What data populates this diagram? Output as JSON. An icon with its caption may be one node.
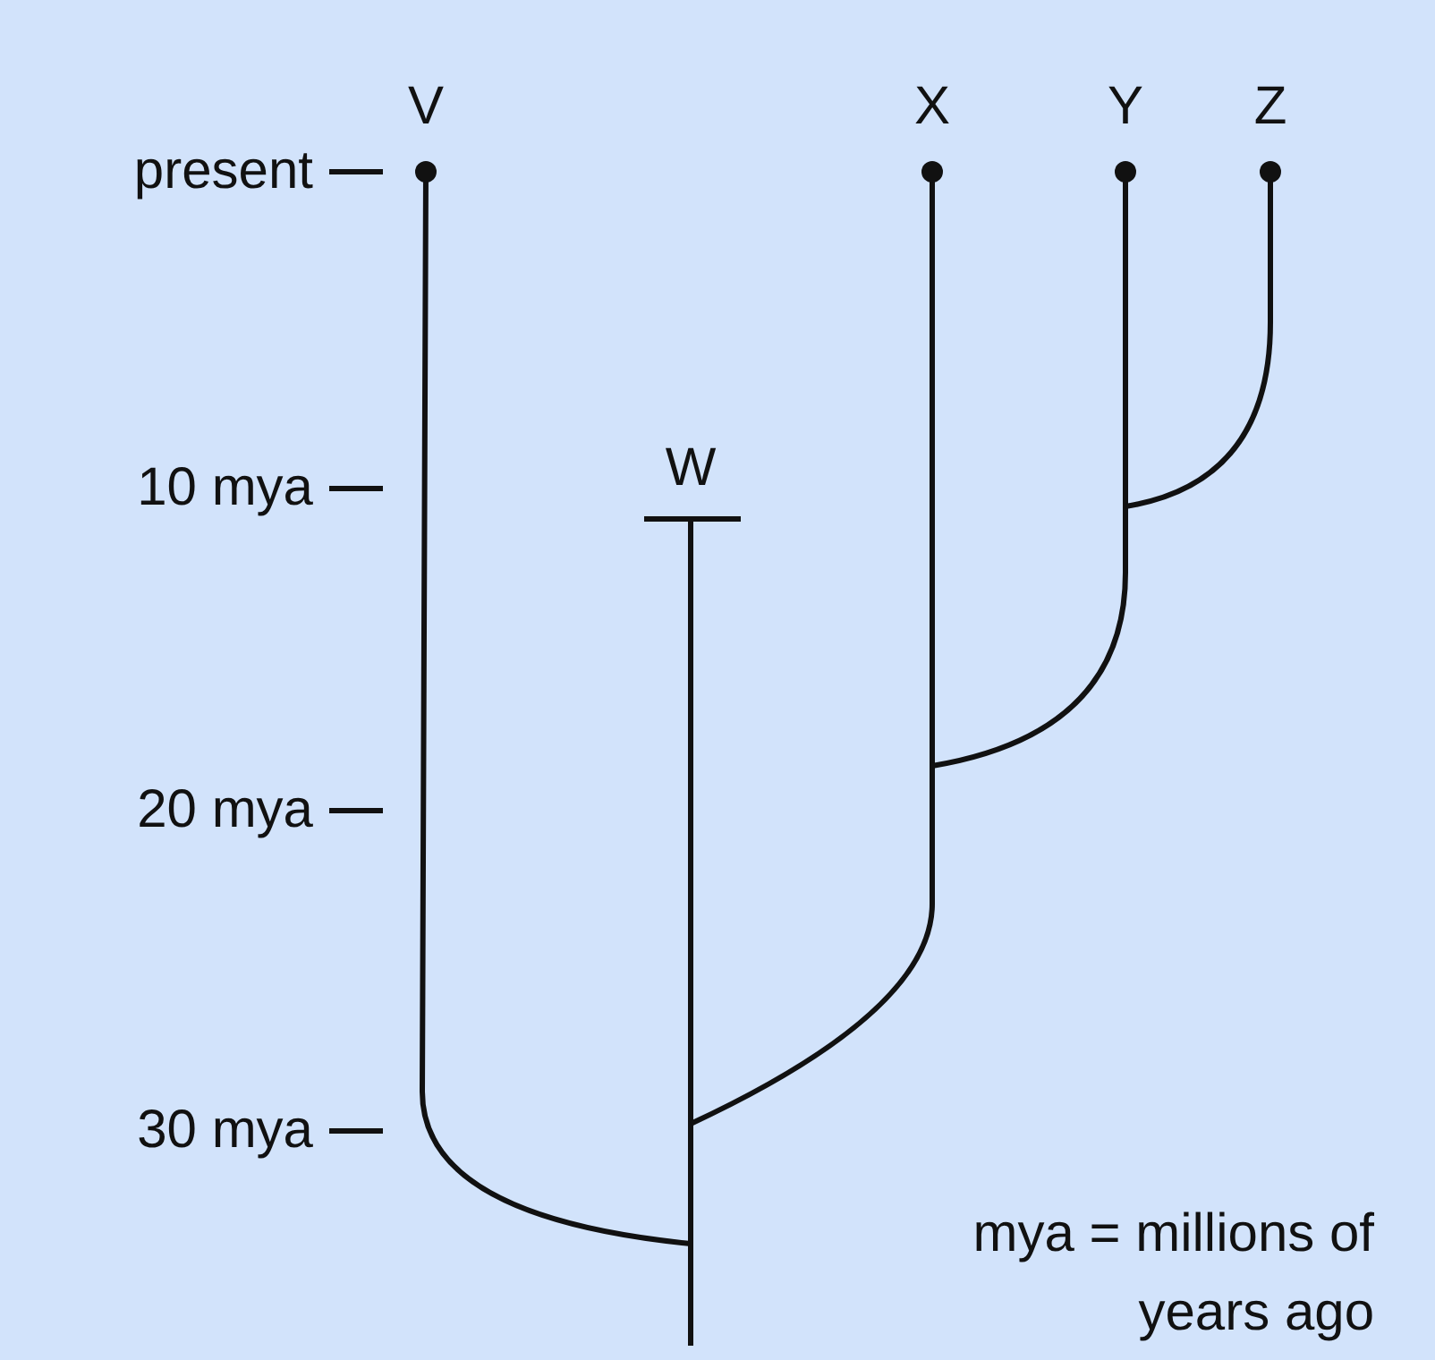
{
  "diagram": {
    "labels": [
      "V",
      "X",
      "Y",
      "Z",
      "present",
      "10 mya",
      "W",
      "20 mya",
      "30 mya",
      "mya = millions of years ago"
    ]
  }
}
